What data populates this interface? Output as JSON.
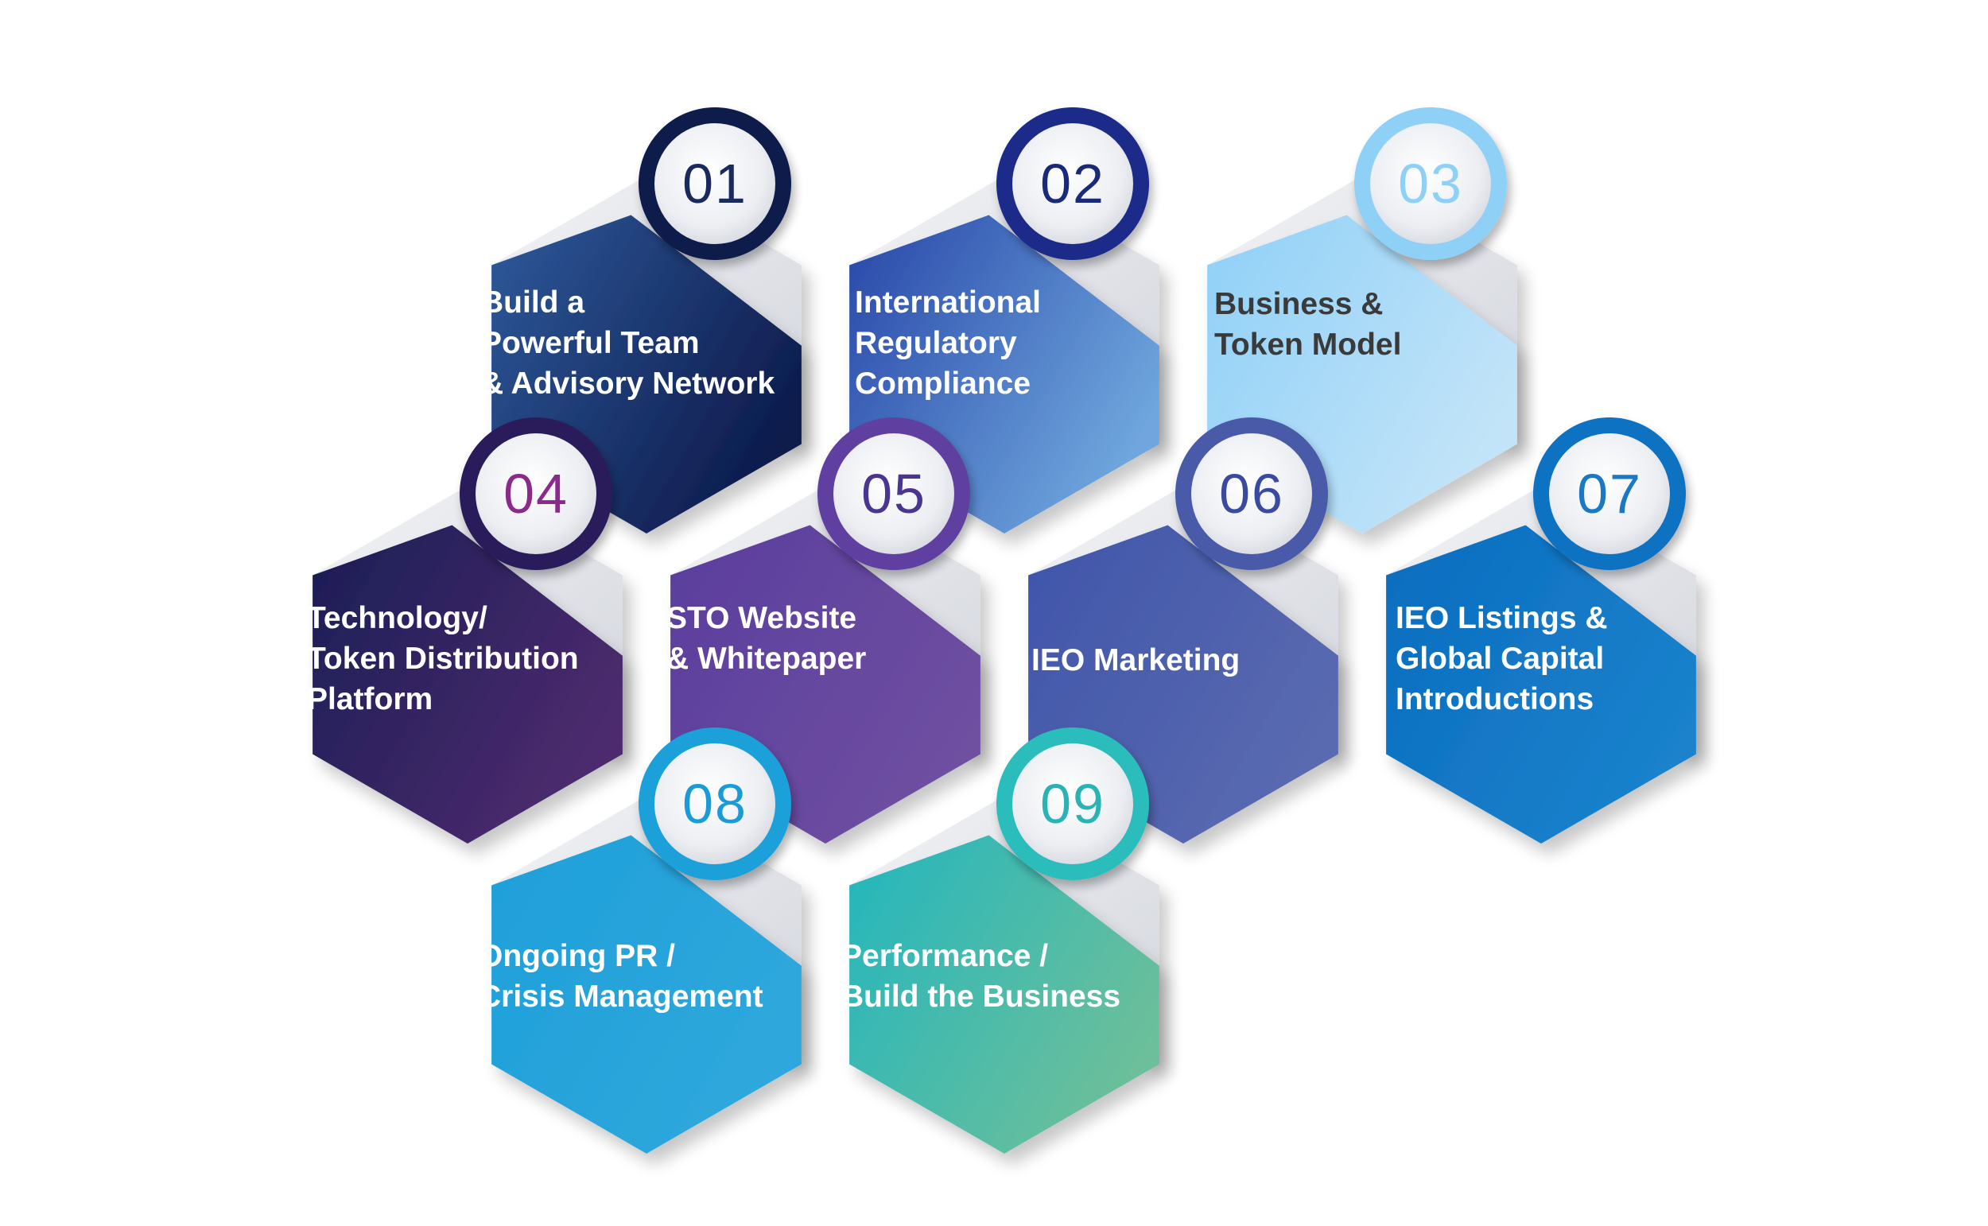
{
  "steps": [
    {
      "number": "01",
      "lines": [
        "Build a",
        "Powerful Team",
        "& Advisory Network"
      ],
      "colors": [
        "#2f5a9c",
        "#0d1b4c"
      ],
      "ring": "#0d1b4c",
      "number_color": "#1a2a5e",
      "text_color": "#ffffff"
    },
    {
      "number": "02",
      "lines": [
        "International",
        "Regulatory",
        "Compliance"
      ],
      "colors": [
        "#2746a8",
        "#6fa6dd"
      ],
      "ring": "#1a2a8a",
      "number_color": "#1a2a7a",
      "text_color": "#ffffff"
    },
    {
      "number": "03",
      "lines": [
        "Business &",
        "Token Model"
      ],
      "colors": [
        "#8fd0f7",
        "#c3e4f8"
      ],
      "ring": "#8fd0f7",
      "number_color": "#8fd0f7",
      "text_color": "#3a3a3a"
    },
    {
      "number": "04",
      "lines": [
        "Technology/",
        "Token Distribution",
        "Platform"
      ],
      "colors": [
        "#1a1d55",
        "#4d2b6e"
      ],
      "ring": "#2a1d5a",
      "number_color": "#8a2a8a",
      "text_color": "#ffffff"
    },
    {
      "number": "05",
      "lines": [
        "STO Website",
        "& Whitepaper"
      ],
      "colors": [
        "#5a3d9e",
        "#6e4fa0"
      ],
      "ring": "#5e3fa0",
      "number_color": "#4a3590",
      "text_color": "#ffffff"
    },
    {
      "number": "06",
      "lines": [
        "IEO Marketing"
      ],
      "colors": [
        "#3f55aa",
        "#5a6ab0"
      ],
      "ring": "#4a5aa8",
      "number_color": "#3a4aa0",
      "text_color": "#ffffff"
    },
    {
      "number": "07",
      "lines": [
        "IEO Listings &",
        "Global Capital",
        "Introductions"
      ],
      "colors": [
        "#0a6cbf",
        "#1a82cc"
      ],
      "ring": "#0f72c2",
      "number_color": "#1a78c4",
      "text_color": "#ffffff"
    },
    {
      "number": "08",
      "lines": [
        "Ongoing PR /",
        "Crisis Management"
      ],
      "colors": [
        "#1e9fd9",
        "#2fa8dc"
      ],
      "ring": "#1aa0da",
      "number_color": "#1a9ad6",
      "text_color": "#ffffff"
    },
    {
      "number": "09",
      "lines": [
        "Performance /",
        "Build the Business"
      ],
      "colors": [
        "#22b6be",
        "#6cbf9a"
      ],
      "ring": "#2bbdbb",
      "number_color": "#2ab3b5",
      "text_color": "#ffffff"
    }
  ]
}
